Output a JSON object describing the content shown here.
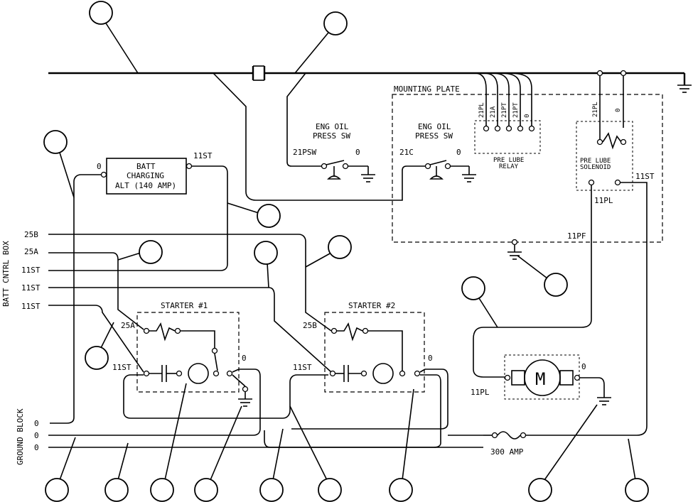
{
  "labels": {
    "mounting_plate": "MOUNTING PLATE",
    "eng_oil_press_sw_1_l1": "ENG OIL",
    "eng_oil_press_sw_1_l2": "PRESS SW",
    "eng_oil_press_sw_2_l1": "ENG OIL",
    "eng_oil_press_sw_2_l2": "PRESS SW",
    "sw1_left": "21PSW",
    "sw1_right": "0",
    "sw2_left": "21C",
    "sw2_right": "0",
    "relay_t1": "21PL",
    "relay_t2": "21A",
    "relay_t3": "21PT",
    "relay_t4": "21PT",
    "relay_t5": "0",
    "pre_lube_relay_l1": "PRE LUBE",
    "pre_lube_relay_l2": "RELAY",
    "sol_t1": "21PL",
    "sol_t2": "0",
    "pre_lube_solenoid_l1": "PRE LUBE",
    "pre_lube_solenoid_l2": "SOLENOID",
    "sol_11st": "11ST",
    "sol_11pl": "11PL",
    "plate_11pf": "11PF",
    "alt_left": "0",
    "alt_right": "11ST",
    "alt_l1": "BATT",
    "alt_l2": "CHARGING",
    "alt_l3": "ALT (140 AMP)",
    "batt_cntrl_box": "BATT CNTRL BOX",
    "box_w1": "25B",
    "box_w2": "25A",
    "box_w3": "11ST",
    "box_w4": "11ST",
    "box_w5": "11ST",
    "starter1": "STARTER #1",
    "starter2": "STARTER #2",
    "st1_coil": "25A",
    "st1_in": "11ST",
    "st1_out": "0",
    "st2_coil": "25B",
    "st2_in": "11ST",
    "st2_out": "0",
    "motor": "M",
    "motor_in": "11PL",
    "motor_out": "0",
    "ground_block": "GROUND BLOCK",
    "gb_1": "0",
    "gb_2": "0",
    "gb_3": "0",
    "fuse": "300 AMP"
  }
}
